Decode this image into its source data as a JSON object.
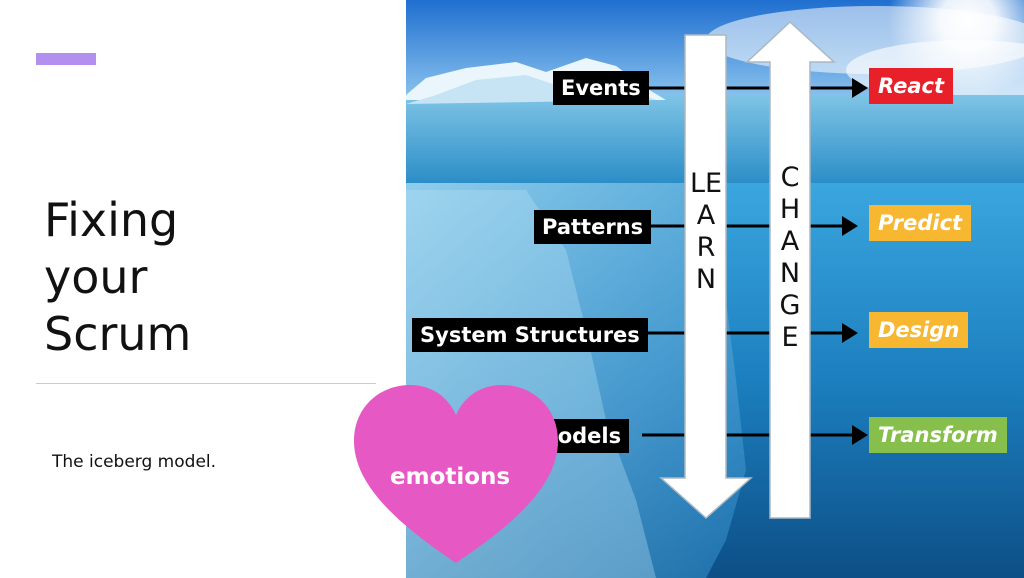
{
  "slide": {
    "title_lines": [
      "Fixing",
      "your",
      "Scrum"
    ],
    "subtitle": "The iceberg model."
  },
  "diagram": {
    "levels": [
      {
        "label": "Events",
        "response": "React",
        "response_color": "#e8202a"
      },
      {
        "label": "Patterns",
        "response": "Predict",
        "response_color": "#f7b731"
      },
      {
        "label": "System Structures",
        "response": "Design",
        "response_color": "#f7b731"
      },
      {
        "label": "Mental Models",
        "response": "Transform",
        "response_color": "#86bf4c"
      }
    ],
    "down_arrow_text": "LEARN",
    "up_arrow_text": "CHANGE",
    "heart_text": "emotions",
    "heart_color": "#e659c4"
  }
}
